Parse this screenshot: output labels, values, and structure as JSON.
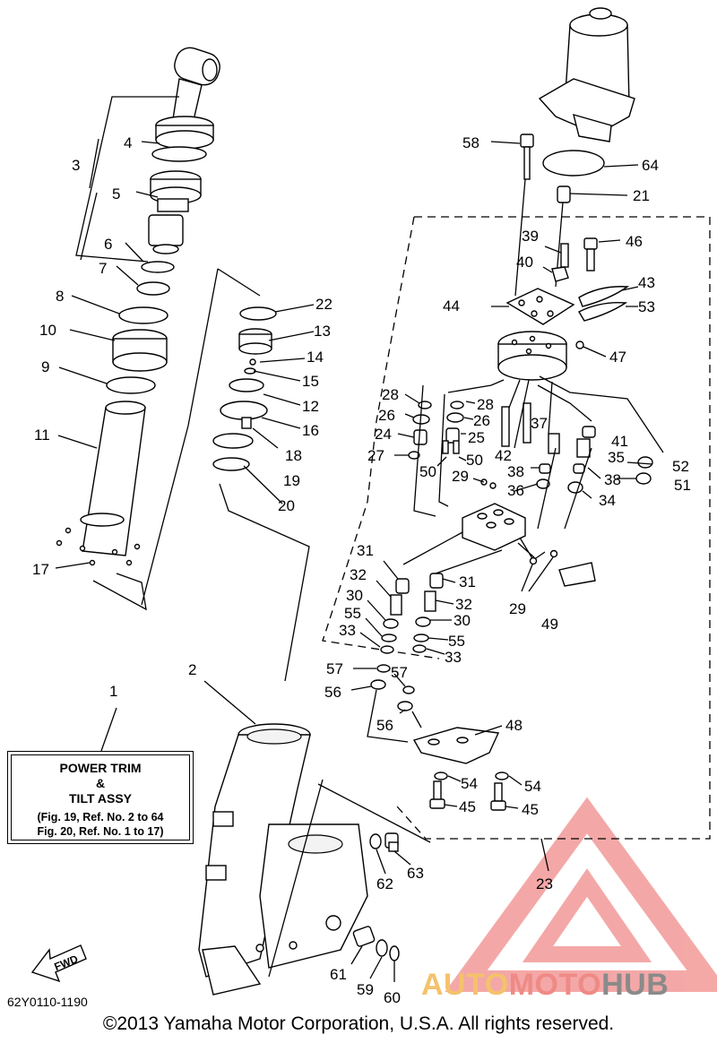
{
  "assembly": {
    "title": "POWER TRIM\n&\nTILT ASSY",
    "refs": "(Fig. 19, Ref. No. 2 to 64\n Fig. 20, Ref. No. 1 to 17)"
  },
  "fwd_label": "FWD",
  "diagram_code": "62Y0110-1190",
  "copyright": "©2013 Yamaha Motor Corporation, U.S.A. All rights reserved.",
  "watermark": {
    "part1": "AUTO",
    "part2": "MOTO",
    "part3": "HUB",
    "colors": {
      "auto": "#f4c26b",
      "moto": "#ef8a86",
      "hub": "#8a8a8a",
      "triangle": "#f08c8a"
    }
  },
  "callouts": {
    "c1": "1",
    "c2": "2",
    "c3": "3",
    "c4": "4",
    "c5": "5",
    "c6": "6",
    "c7": "7",
    "c8": "8",
    "c9": "9",
    "c10": "10",
    "c11": "11",
    "c12": "12",
    "c13": "13",
    "c14": "14",
    "c15": "15",
    "c16": "16",
    "c17": "17",
    "c18": "18",
    "c19": "19",
    "c20": "20",
    "c21": "21",
    "c22": "22",
    "c23": "23",
    "c24": "24",
    "c25": "25",
    "c26a": "26",
    "c26b": "26",
    "c27": "27",
    "c28a": "28",
    "c28b": "28",
    "c29a": "29",
    "c29b": "29",
    "c30a": "30",
    "c30b": "30",
    "c31a": "31",
    "c31b": "31",
    "c32a": "32",
    "c32b": "32",
    "c33a": "33",
    "c33b": "33",
    "c34": "34",
    "c35": "35",
    "c36": "36",
    "c37": "37",
    "c38a": "38",
    "c38b": "38",
    "c39": "39",
    "c40": "40",
    "c41": "41",
    "c42": "42",
    "c43": "43",
    "c44": "44",
    "c45a": "45",
    "c45b": "45",
    "c46": "46",
    "c47": "47",
    "c48": "48",
    "c49": "49",
    "c50a": "50",
    "c50b": "50",
    "c51": "51",
    "c52": "52",
    "c53": "53",
    "c54a": "54",
    "c54b": "54",
    "c55a": "55",
    "c55b": "55",
    "c56a": "56",
    "c56b": "56",
    "c57a": "57",
    "c57b": "57",
    "c58": "58",
    "c59": "59",
    "c60": "60",
    "c61": "61",
    "c62": "62",
    "c63": "63",
    "c64": "64"
  }
}
